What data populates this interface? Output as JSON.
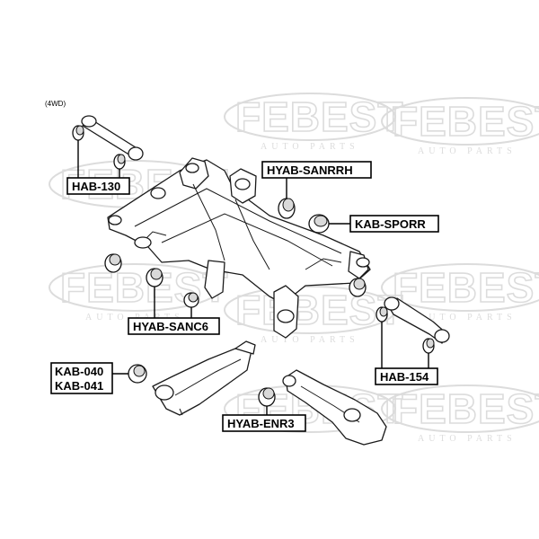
{
  "diagram": {
    "note": "(4WD)",
    "watermark": {
      "brand": "FEBEST",
      "tagline": "AUTO PARTS"
    },
    "labels": {
      "hab130": "HAB-130",
      "hyab_sanrrh": "HYAB-SANRRH",
      "kab_sporr": "KAB-SPORR",
      "hyab_sanc6": "HYAB-SANC6",
      "hab154": "HAB-154",
      "kab040": "KAB-040",
      "kab041": "KAB-041",
      "hyab_enr3": "HYAB-ENR3"
    }
  }
}
